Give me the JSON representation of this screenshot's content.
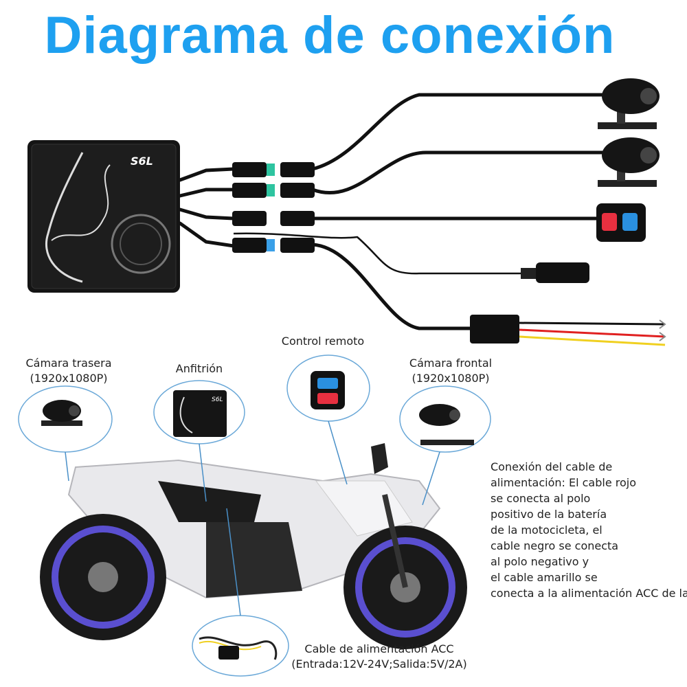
{
  "title": "Diagrama de conexión",
  "host_badge": "S6L",
  "labels": {
    "rear_camera_line1": "Cámara trasera",
    "rear_camera_line2": "(1920x1080P)",
    "host": "Anfitrión",
    "remote": "Control remoto",
    "front_camera_line1": "Cámara frontal",
    "front_camera_line2": "(1920x1080P)",
    "acc_cable_line1": "Cable de alimentación ACC",
    "acc_cable_line2": "(Entrada:12V-24V;Salida:5V/2A)"
  },
  "power_description": "Conexión del cable de\nalimentación: El cable rojo\nse conecta al polo\npositivo de la batería\nde la motocicleta, el\ncable negro se conecta\nal polo negativo y\nel cable amarillo se\nconecta a la alimentación ACC de la",
  "colors": {
    "title": "#1ea0f0",
    "connector_teal": "#2ec4a0",
    "connector_blue": "#3aa0e8",
    "remote_red": "#e83040",
    "remote_blue": "#2a90e0",
    "wire_red": "#e02020",
    "wire_yellow": "#f0d020",
    "wheel_rim": "#5a4fd0"
  }
}
